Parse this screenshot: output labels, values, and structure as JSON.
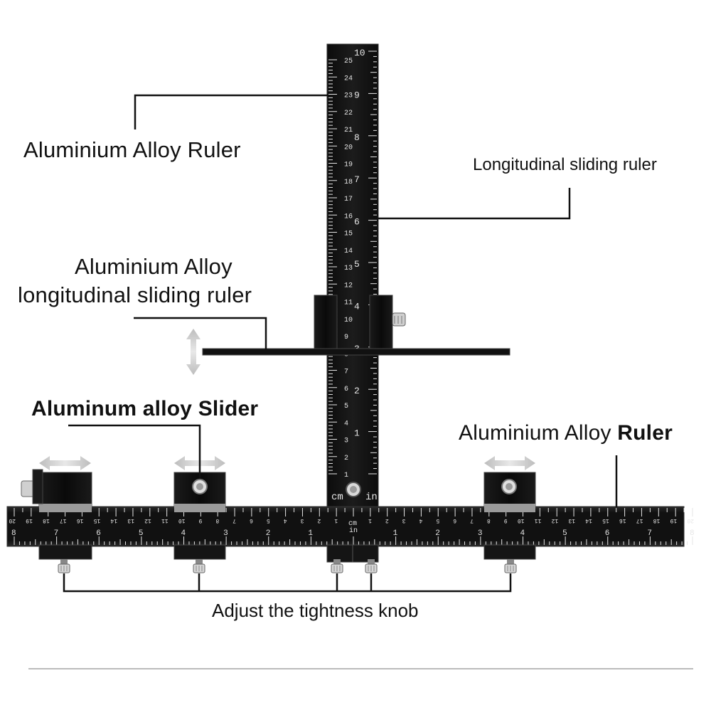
{
  "labels": {
    "top_ruler": "Aluminium Alloy Ruler",
    "longitudinal_ruler": "Longitudinal sliding ruler",
    "sliding_ruler_line1": "Aluminium Alloy",
    "sliding_ruler_line2": "longitudinal sliding ruler",
    "slider": "Aluminum alloy Slider",
    "bottom_ruler_part1": "Aluminium Alloy ",
    "bottom_ruler_part2": "Ruler",
    "knob": "Adjust the tightness knob"
  },
  "vertical_ruler": {
    "cm_ticks": [
      "25",
      "24",
      "23",
      "22",
      "21",
      "20",
      "19",
      "18",
      "17",
      "16",
      "15",
      "14",
      "13",
      "12",
      "11",
      "10",
      "9",
      "8",
      "7",
      "6",
      "5",
      "4",
      "3",
      "2",
      "1"
    ],
    "in_ticks": [
      "10",
      "9",
      "8",
      "7",
      "6",
      "5",
      "4",
      "3",
      "2",
      "1"
    ],
    "cm_unit": "cm",
    "in_unit": "in"
  },
  "horizontal_ruler": {
    "cm_labels": [
      "20",
      "19",
      "18",
      "17",
      "16",
      "15",
      "14",
      "13",
      "12",
      "11",
      "10",
      "9",
      "8",
      "7",
      "6",
      "5",
      "4",
      "3",
      "2",
      "1"
    ],
    "in_labels": [
      "8",
      "7",
      "6",
      "5",
      "4",
      "3",
      "2",
      "1"
    ],
    "cm_unit": "cm",
    "in_unit": "in"
  },
  "colors": {
    "metal": "#111111",
    "metal_edge": "#2a2a2a",
    "tick": "#e6e6e6",
    "leader": "#111111",
    "arrow": "#cfcfcf"
  }
}
